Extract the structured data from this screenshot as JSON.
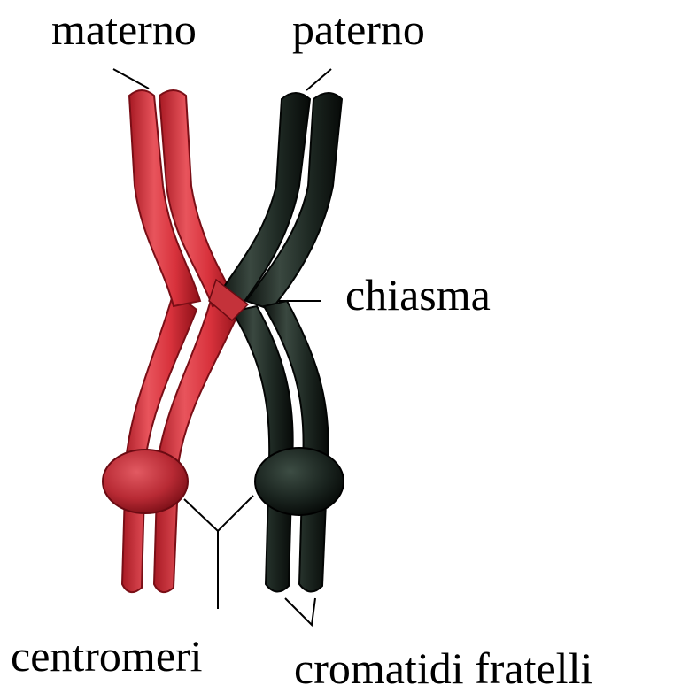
{
  "labels": {
    "maternal": "materno",
    "paternal": "paterno",
    "chiasma": "chiasma",
    "centromeres": "centromeri",
    "sister_chromatids": "cromatidi fratelli"
  },
  "colors": {
    "maternal_chromosome": "#d8323c",
    "paternal_chromosome": "#1f2a24",
    "leader_line": "#000000",
    "background": "#ffffff"
  }
}
